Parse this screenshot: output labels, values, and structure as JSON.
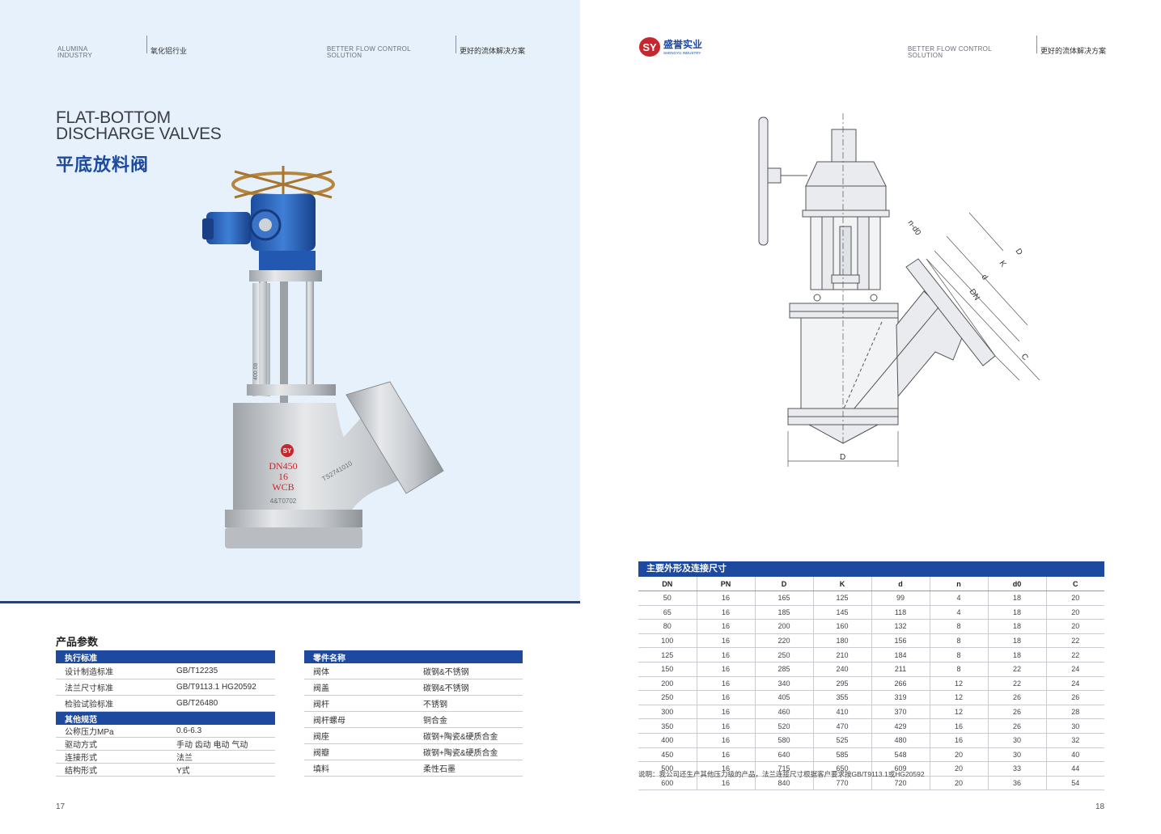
{
  "left": {
    "header": {
      "en1": "ALUMINA\nINDUSTRY",
      "cn1": "氧化铝行业",
      "en2": "BETTER FLOW CONTROL\nSOLUTION",
      "cn2": "更好的流体解决方案"
    },
    "title_en": "FLAT-BOTTOM\nDISCHARGE VALVES",
    "title_cn": "平底放料阀",
    "photo": {
      "brand_mark": "SY",
      "cast_size": "DN450",
      "cast_pn": "16",
      "cast_material": "WCB",
      "cast_code": "TS2741010",
      "cast_serial": "4&T0702",
      "side_mark": "400.08"
    },
    "section_title": "产品参数",
    "standards": {
      "header": "执行标准",
      "rows": [
        [
          "设计制造标准",
          "GB/T12235"
        ],
        [
          "法兰尺寸标准",
          "GB/T9113.1  HG20592"
        ],
        [
          "检验试验标准",
          "GB/T26480"
        ]
      ]
    },
    "other": {
      "header": "其他规范",
      "rows": [
        [
          "公称压力MPa",
          "0.6-6.3"
        ],
        [
          "驱动方式",
          "手动  齿动  电动  气动"
        ],
        [
          "连接形式",
          "法兰"
        ],
        [
          "结构形式",
          "Y式"
        ]
      ]
    },
    "parts": {
      "header": "零件名称",
      "rows": [
        [
          "阀体",
          "碳钢&不锈钢"
        ],
        [
          "阀盖",
          "碳钢&不锈钢"
        ],
        [
          "阀杆",
          "不锈钢"
        ],
        [
          "阀杆螺母",
          "铜合金"
        ],
        [
          "阀座",
          "碳钢+陶瓷&硬质合金"
        ],
        [
          "阀瓣",
          "碳钢+陶瓷&硬质合金"
        ],
        [
          "填料",
          "柔性石墨"
        ]
      ]
    },
    "page_number": "17"
  },
  "right": {
    "logo": {
      "mark": "SY",
      "name_cn": "盛誉实业",
      "name_en": "SHENGYU INDUSTRY"
    },
    "header": {
      "en": "BETTER FLOW CONTROL\nSOLUTION",
      "cn": "更好的流体解决方案"
    },
    "drawing_labels": {
      "n_d0": "n-d0",
      "D_top": "D",
      "K": "K",
      "d": "d",
      "DN": "DN",
      "C": "C",
      "D_bottom": "D"
    },
    "table": {
      "title": "主要外形及连接尺寸",
      "columns": [
        "DN",
        "PN",
        "D",
        "K",
        "d",
        "n",
        "d0",
        "C"
      ],
      "rows": [
        [
          "50",
          "16",
          "165",
          "125",
          "99",
          "4",
          "18",
          "20"
        ],
        [
          "65",
          "16",
          "185",
          "145",
          "118",
          "4",
          "18",
          "20"
        ],
        [
          "80",
          "16",
          "200",
          "160",
          "132",
          "8",
          "18",
          "20"
        ],
        [
          "100",
          "16",
          "220",
          "180",
          "156",
          "8",
          "18",
          "22"
        ],
        [
          "125",
          "16",
          "250",
          "210",
          "184",
          "8",
          "18",
          "22"
        ],
        [
          "150",
          "16",
          "285",
          "240",
          "211",
          "8",
          "22",
          "24"
        ],
        [
          "200",
          "16",
          "340",
          "295",
          "266",
          "12",
          "22",
          "24"
        ],
        [
          "250",
          "16",
          "405",
          "355",
          "319",
          "12",
          "26",
          "26"
        ],
        [
          "300",
          "16",
          "460",
          "410",
          "370",
          "12",
          "26",
          "28"
        ],
        [
          "350",
          "16",
          "520",
          "470",
          "429",
          "16",
          "26",
          "30"
        ],
        [
          "400",
          "16",
          "580",
          "525",
          "480",
          "16",
          "30",
          "32"
        ],
        [
          "450",
          "16",
          "640",
          "585",
          "548",
          "20",
          "30",
          "40"
        ],
        [
          "500",
          "16",
          "715",
          "650",
          "609",
          "20",
          "33",
          "44"
        ],
        [
          "600",
          "16",
          "840",
          "770",
          "720",
          "20",
          "36",
          "54"
        ]
      ]
    },
    "note": "说明：我公司还生产其他压力级的产品，法兰连接尺寸根据客户要求按GB/T9113.1或HG20592",
    "page_number": "18"
  }
}
